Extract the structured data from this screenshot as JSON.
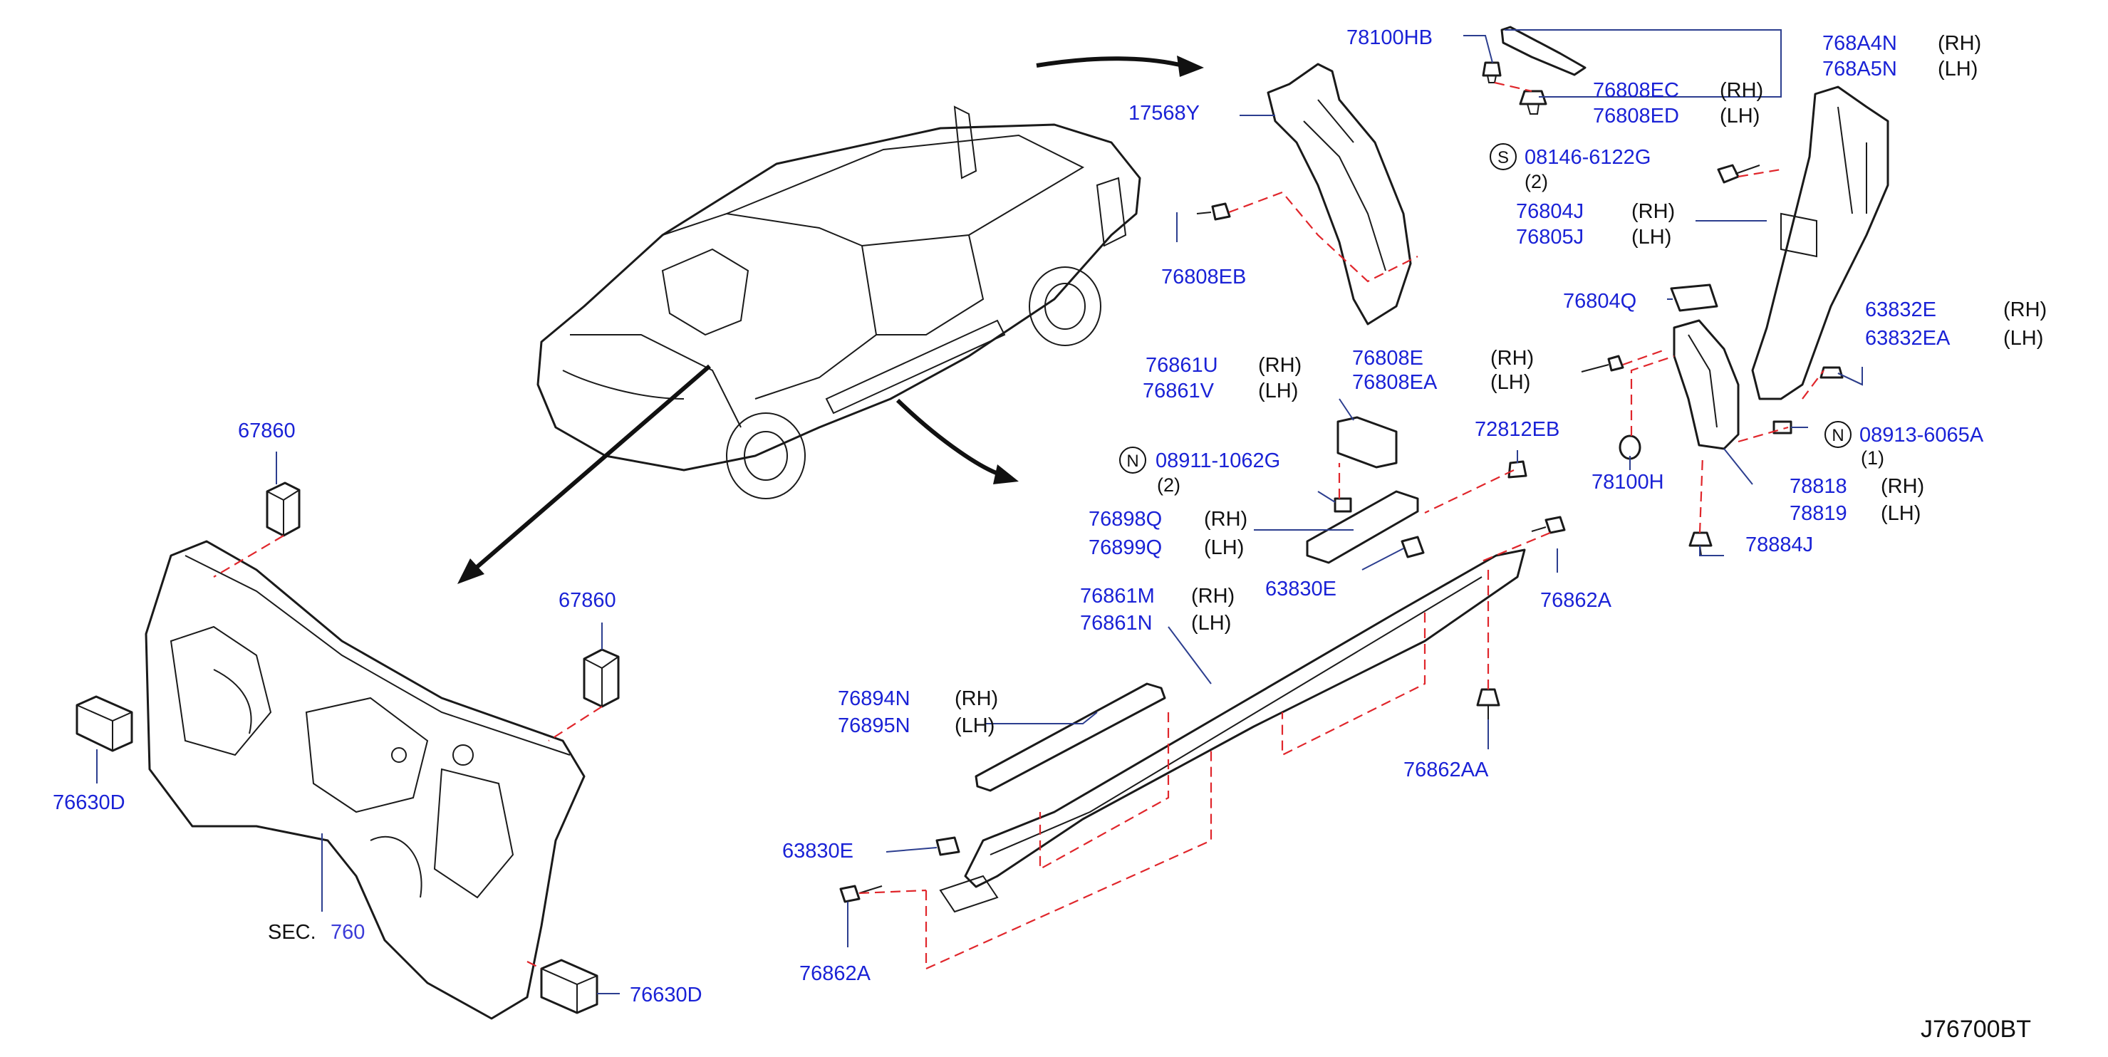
{
  "diagram_code": "J76700BT",
  "section": {
    "prefix": "SEC.",
    "number": "760"
  },
  "callouts": [
    {
      "id": "78100HB",
      "part": "78100HB"
    },
    {
      "id": "768A4N",
      "part": "768A4N",
      "side": "(RH)"
    },
    {
      "id": "768A5N",
      "part": "768A5N",
      "side": "(LH)"
    },
    {
      "id": "76808EC",
      "part": "76808EC",
      "side": "(RH)"
    },
    {
      "id": "76808ED",
      "part": "76808ED",
      "side": "(LH)"
    },
    {
      "id": "17568Y",
      "part": "17568Y"
    },
    {
      "id": "08146-6122G",
      "part": "08146-6122G",
      "badge": "S",
      "qty": "(2)"
    },
    {
      "id": "76804J",
      "part": "76804J",
      "side": "(RH)"
    },
    {
      "id": "76805J",
      "part": "76805J",
      "side": "(LH)"
    },
    {
      "id": "76808EB",
      "part": "76808EB"
    },
    {
      "id": "76804Q",
      "part": "76804Q"
    },
    {
      "id": "63832E",
      "part": "63832E",
      "side": "(RH)"
    },
    {
      "id": "63832EA",
      "part": "63832EA",
      "side": "(LH)"
    },
    {
      "id": "76861U",
      "part": "76861U",
      "side": "(RH)"
    },
    {
      "id": "76861V",
      "part": "76861V",
      "side": "(LH)"
    },
    {
      "id": "76808E",
      "part": "76808E",
      "side": "(RH)"
    },
    {
      "id": "76808EA",
      "part": "76808EA",
      "side": "(LH)"
    },
    {
      "id": "08913-6065A",
      "part": "08913-6065A",
      "badge": "N",
      "qty": "(1)"
    },
    {
      "id": "08911-1062G",
      "part": "08911-1062G",
      "badge": "N",
      "qty": "(2)"
    },
    {
      "id": "72812EB",
      "part": "72812EB"
    },
    {
      "id": "78100H",
      "part": "78100H"
    },
    {
      "id": "78818",
      "part": "78818",
      "side": "(RH)"
    },
    {
      "id": "78819",
      "part": "78819",
      "side": "(LH)"
    },
    {
      "id": "76898Q",
      "part": "76898Q",
      "side": "(RH)"
    },
    {
      "id": "76899Q",
      "part": "76899Q",
      "side": "(LH)"
    },
    {
      "id": "78884J",
      "part": "78884J"
    },
    {
      "id": "63830E-top",
      "part": "63830E"
    },
    {
      "id": "76862A-right",
      "part": "76862A"
    },
    {
      "id": "76861M",
      "part": "76861M",
      "side": "(RH)"
    },
    {
      "id": "76861N",
      "part": "76861N",
      "side": "(LH)"
    },
    {
      "id": "67860-a",
      "part": "67860"
    },
    {
      "id": "67860-b",
      "part": "67860"
    },
    {
      "id": "76894N",
      "part": "76894N",
      "side": "(RH)"
    },
    {
      "id": "76895N",
      "part": "76895N",
      "side": "(LH)"
    },
    {
      "id": "76862AA",
      "part": "76862AA"
    },
    {
      "id": "76630D-a",
      "part": "76630D"
    },
    {
      "id": "63830E-bottom",
      "part": "63830E"
    },
    {
      "id": "76862A-bottom",
      "part": "76862A"
    },
    {
      "id": "76630D-b",
      "part": "76630D"
    }
  ]
}
